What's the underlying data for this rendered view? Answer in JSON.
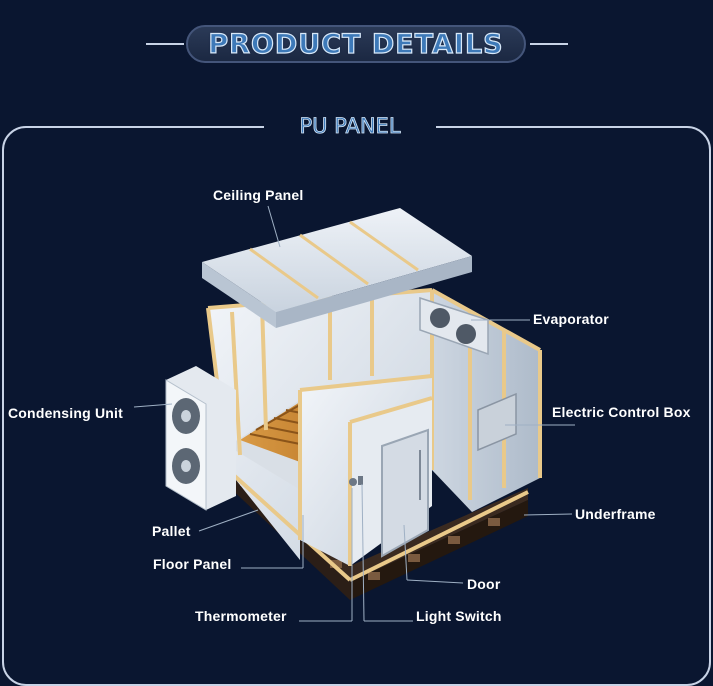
{
  "header": {
    "title": "PRODUCT DETAILS",
    "subtitle": "PU PANEL"
  },
  "labels": {
    "ceiling_panel": "Ceiling Panel",
    "evaporator": "Evaporator",
    "condensing_unit": "Condensing Unit",
    "electric_control_box": "Electric Control Box",
    "pallet": "Pallet",
    "underframe": "Underframe",
    "floor_panel": "Floor Panel",
    "door": "Door",
    "thermometer": "Thermometer",
    "light_switch": "Light Switch"
  },
  "colors": {
    "background": "#0a1630",
    "panel": "#dfe6ee",
    "frame_edge": "#e9c98a",
    "underframe": "#3a2a20"
  }
}
